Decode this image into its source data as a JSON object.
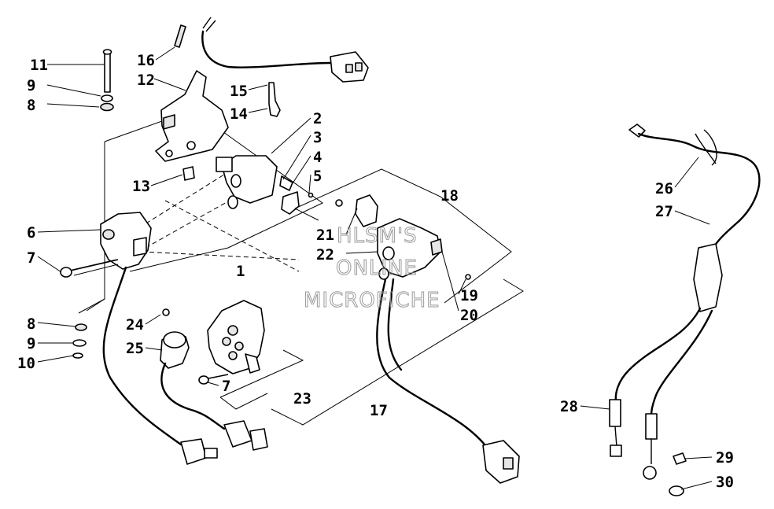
{
  "diagram": {
    "callouts": [
      "1",
      "2",
      "3",
      "4",
      "5",
      "6",
      "7",
      "7",
      "8",
      "8",
      "9",
      "9",
      "10",
      "11",
      "12",
      "13",
      "14",
      "15",
      "16",
      "17",
      "18",
      "19",
      "20",
      "21",
      "22",
      "23",
      "24",
      "25",
      "26",
      "27",
      "28",
      "29",
      "30"
    ],
    "watermark": [
      "HLSM'S",
      "ONLINE",
      "MICROFICHE"
    ]
  }
}
